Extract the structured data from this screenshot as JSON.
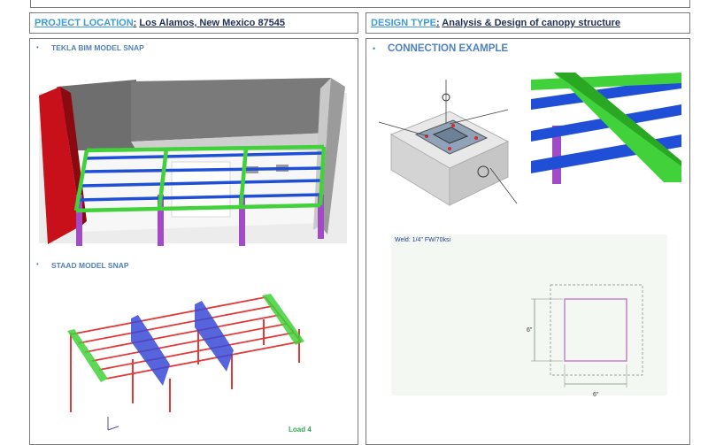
{
  "header": {
    "location_key": "PROJECT LOCATION",
    "location_sep": ":",
    "location_value": "Los Alamos, New Mexico 87545",
    "design_key": "DESIGN TYPE",
    "design_sep": ":",
    "design_value": "Analysis & Design of canopy structure"
  },
  "left_panel": {
    "tekla_heading": "TEKLA BIM MODEL SNAP",
    "staad_heading": "STAAD MODEL SNAP",
    "staad_load_label": "Load 4"
  },
  "right_panel": {
    "connection_heading": "CONNECTION EXAMPLE",
    "weld_label": "Weld: 1/4\" FW/70ksi",
    "dim_height": "6\"",
    "dim_width": "6\""
  },
  "colors": {
    "heading_blue": "#4f81bd",
    "project_key": "#3d9bd6",
    "beam_blue": "#1f4fd6",
    "frame_green": "#41d13a",
    "column_purple": "#a34ac7",
    "wall_red": "#c8101a",
    "staad_red": "#e23a3a"
  }
}
